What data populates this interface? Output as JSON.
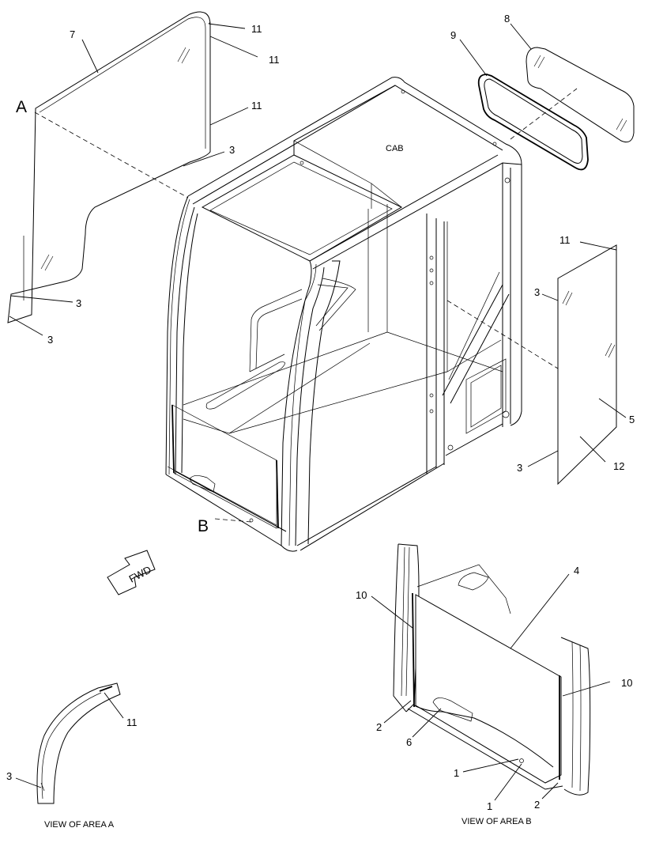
{
  "callouts": [
    "11",
    "11",
    "7",
    "11",
    "3",
    "A",
    "3",
    "3",
    "8",
    "9",
    "CAB",
    "11",
    "3",
    "5",
    "12",
    "3",
    "B",
    "4",
    "10",
    "10",
    "2",
    "6",
    "1",
    "1",
    "2",
    "11",
    "3"
  ],
  "fwd_label": "FWD",
  "captions": {
    "area_a": "VIEW OF AREA A",
    "area_b": "VIEW OF AREA B"
  }
}
